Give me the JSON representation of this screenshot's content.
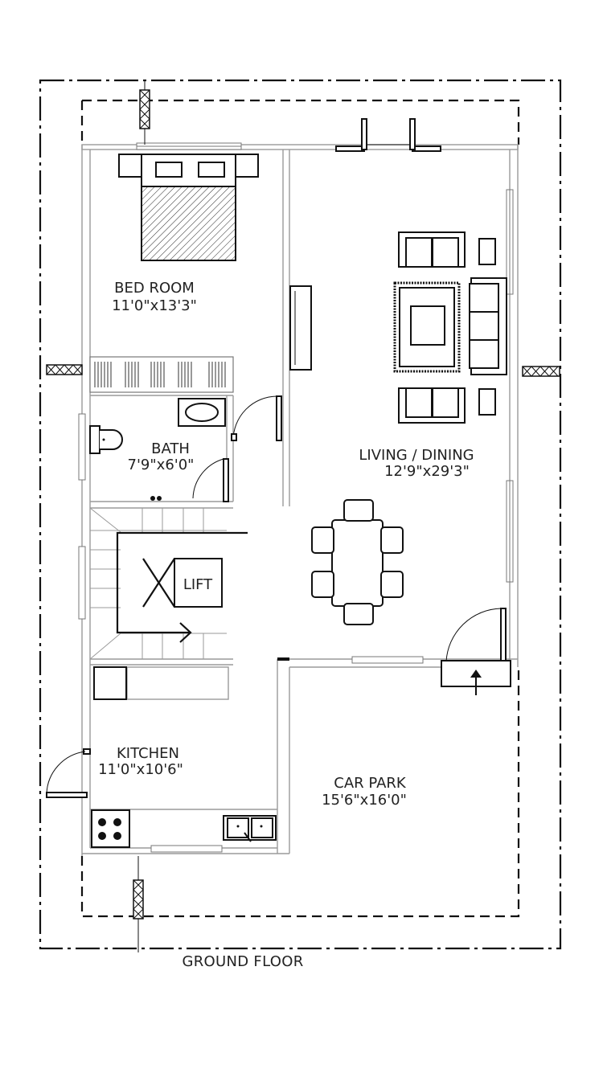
{
  "plan": {
    "title": "GROUND FLOOR",
    "lift_label": "LIFT",
    "rooms": {
      "bedroom": {
        "name": "BED ROOM",
        "size": "11'0\"x13'3\""
      },
      "bath": {
        "name": "BATH",
        "size": "7'9\"x6'0\""
      },
      "living": {
        "name": "LIVING / DINING",
        "size": "12'9\"x29'3\""
      },
      "kitchen": {
        "name": "KITCHEN",
        "size": "11'0\"x10'6\""
      },
      "carpark": {
        "name": "CAR PARK",
        "size": "15'6\"x16'0\""
      }
    }
  }
}
